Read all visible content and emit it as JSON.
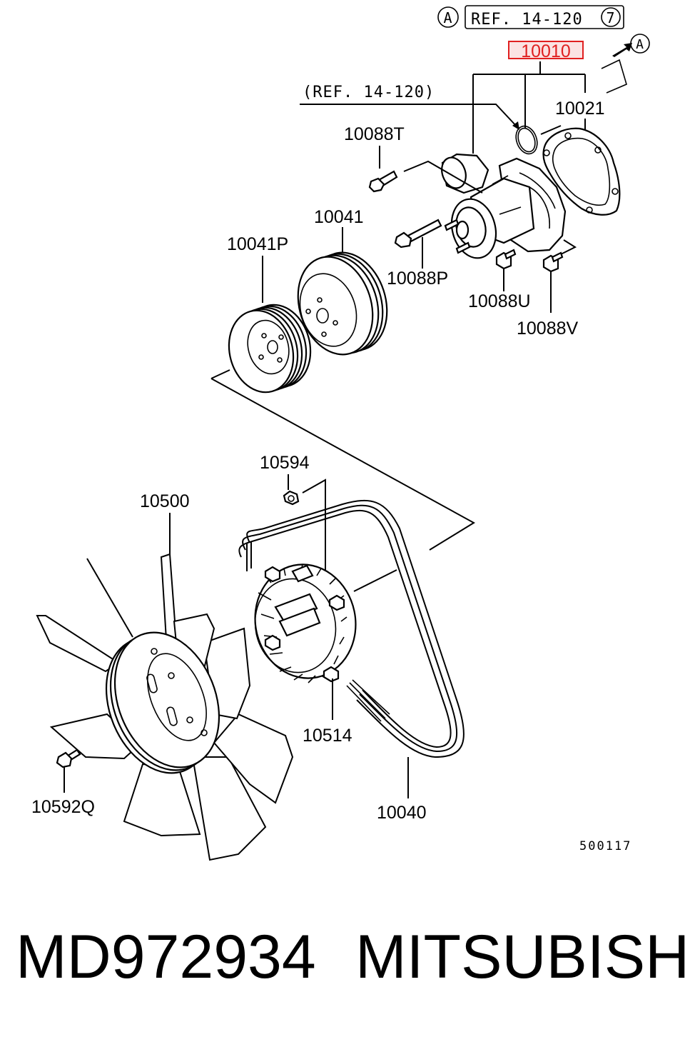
{
  "refs": {
    "circle_a": "A",
    "top_ref_text": "REF. 14-120",
    "top_ref_num": "7",
    "mid_ref_text": "(REF. 14-120)",
    "arrow_a": "A"
  },
  "highlight_color": "#e02020",
  "parts": {
    "p10010": "10010",
    "p10021": "10021",
    "p10088T": "10088T",
    "p10041": "10041",
    "p10041P": "10041P",
    "p10088P": "10088P",
    "p10088U": "10088U",
    "p10088V": "10088V",
    "p10594": "10594",
    "p10500": "10500",
    "p10514": "10514",
    "p10592Q": "10592Q",
    "p10040": "10040"
  },
  "diagram_code": "500117",
  "footer": {
    "part_number": "MD972934",
    "brand": "MITSUBISHI"
  }
}
